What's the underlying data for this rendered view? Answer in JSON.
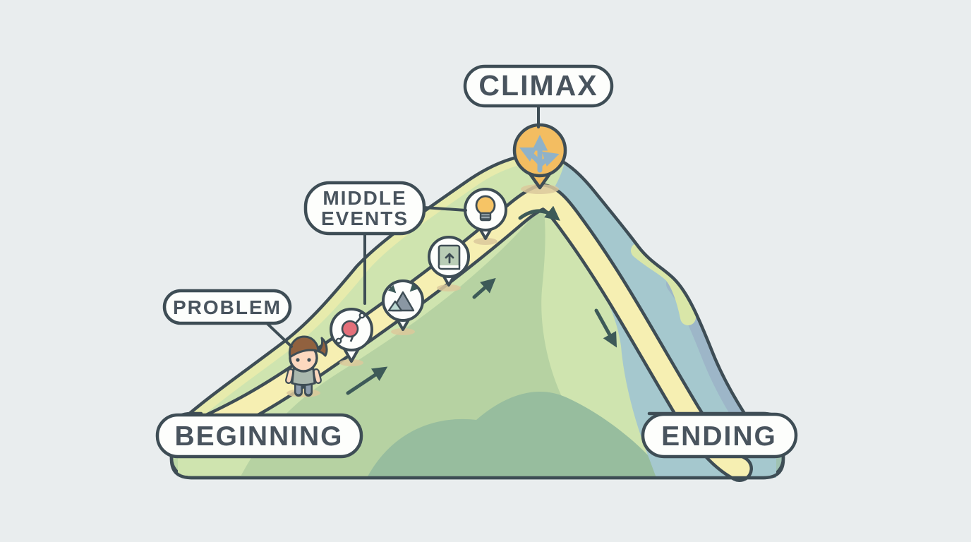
{
  "diagram": {
    "type": "story-mountain",
    "labels": {
      "climax": "CLIMAX",
      "middle_events_line1": "MIDDLE",
      "middle_events_line2": "EVENTS",
      "problem": "PROBLEM",
      "beginning": "BEGINNING",
      "ending": "ENDING"
    },
    "sequence": [
      "BEGINNING",
      "PROBLEM",
      "MIDDLE EVENTS",
      "CLIMAX",
      "ENDING"
    ],
    "icons": [
      {
        "name": "walking-character-icon",
        "meaning": "protagonist starting the journey"
      },
      {
        "name": "tangled-knot-pin-icon",
        "meaning": "problem marker"
      },
      {
        "name": "mountains-converging-arrows-pin-icon",
        "meaning": "rising action event"
      },
      {
        "name": "book-up-arrow-pin-icon",
        "meaning": "rising action event"
      },
      {
        "name": "lightbulb-pin-icon",
        "meaning": "idea event"
      },
      {
        "name": "crossroads-arrows-pin-icon",
        "meaning": "climax decision point"
      },
      {
        "name": "ascending-arrow-icon",
        "meaning": "rising action direction"
      },
      {
        "name": "curved-descent-arrow-icon",
        "meaning": "falling action direction"
      },
      {
        "name": "descending-arrow-icon",
        "meaning": "falling action direction"
      }
    ],
    "colors": {
      "background": "#e9edee",
      "outline": "#3e4d55",
      "label_text": "#49545e",
      "label_fill": "#fdfefc",
      "trail_yellow": "#f6efb2",
      "mountain_light_green": "#cfe4af",
      "mountain_sage_green": "#b6d2a2",
      "mountain_teal_green": "#97bd9e",
      "mountain_blue": "#a5c8ce",
      "mountain_blue_gray": "#9db6c8",
      "ridge_band_yellow": "#e7ebac",
      "climax_pin_orange": "#f3bd61",
      "climax_arrows_blue": "#8fb2c9",
      "lightbulb_yellow": "#f6c465",
      "knot_red": "#e4707a",
      "book_green": "#b9cdb6",
      "shadow_tan": "#dcc99c",
      "arrow_dark_teal": "#3d5a58"
    }
  }
}
